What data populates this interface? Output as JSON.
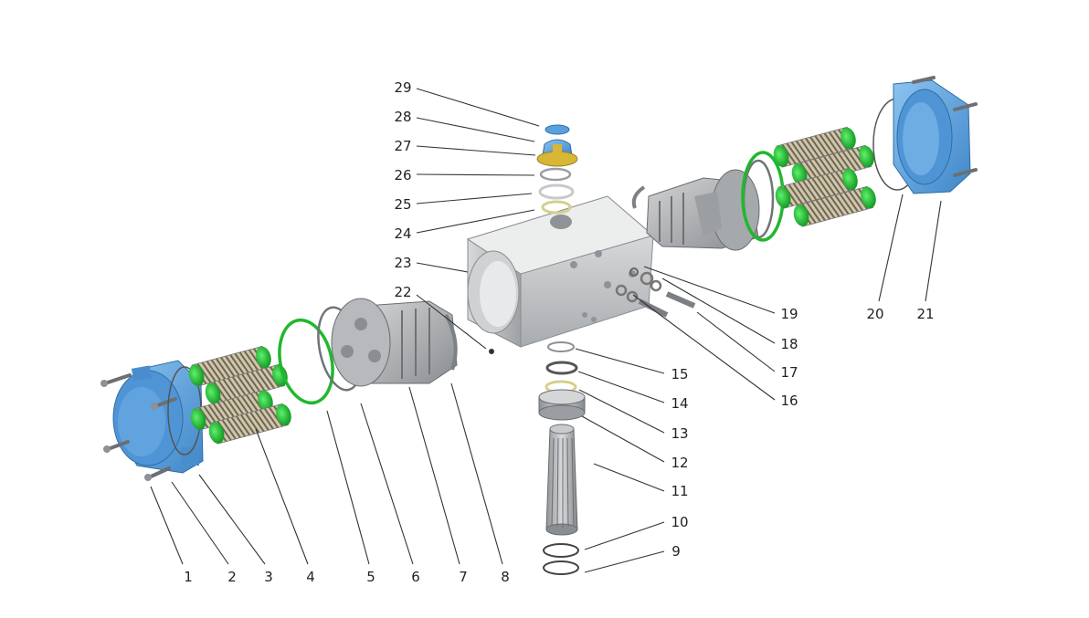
{
  "diagram": {
    "type": "exploded-view",
    "colors": {
      "housing": "#c8cacc",
      "end_cap": "#5aa0dc",
      "spring_green": "#22c93a",
      "spring_coil": "#a99b78",
      "o_ring_green": "#1fb82e",
      "seal_gold": "#d8b636",
      "leader_line": "#333333"
    },
    "callouts": [
      {
        "id": "c1",
        "label": "1"
      },
      {
        "id": "c2",
        "label": "2"
      },
      {
        "id": "c3",
        "label": "3"
      },
      {
        "id": "c4",
        "label": "4"
      },
      {
        "id": "c5",
        "label": "5"
      },
      {
        "id": "c6",
        "label": "6"
      },
      {
        "id": "c7",
        "label": "7"
      },
      {
        "id": "c8",
        "label": "8"
      },
      {
        "id": "c9",
        "label": "9"
      },
      {
        "id": "c10",
        "label": "10"
      },
      {
        "id": "c11",
        "label": "11"
      },
      {
        "id": "c12",
        "label": "12"
      },
      {
        "id": "c13",
        "label": "13"
      },
      {
        "id": "c14",
        "label": "14"
      },
      {
        "id": "c15",
        "label": "15"
      },
      {
        "id": "c16",
        "label": "16"
      },
      {
        "id": "c17",
        "label": "17"
      },
      {
        "id": "c18",
        "label": "18"
      },
      {
        "id": "c19",
        "label": "19"
      },
      {
        "id": "c20",
        "label": "20"
      },
      {
        "id": "c21",
        "label": "21"
      },
      {
        "id": "c22",
        "label": "22"
      },
      {
        "id": "c23",
        "label": "23"
      },
      {
        "id": "c24",
        "label": "24"
      },
      {
        "id": "c25",
        "label": "25"
      },
      {
        "id": "c26",
        "label": "26"
      },
      {
        "id": "c27",
        "label": "27"
      },
      {
        "id": "c28",
        "label": "28"
      },
      {
        "id": "c29",
        "label": "29"
      }
    ]
  }
}
